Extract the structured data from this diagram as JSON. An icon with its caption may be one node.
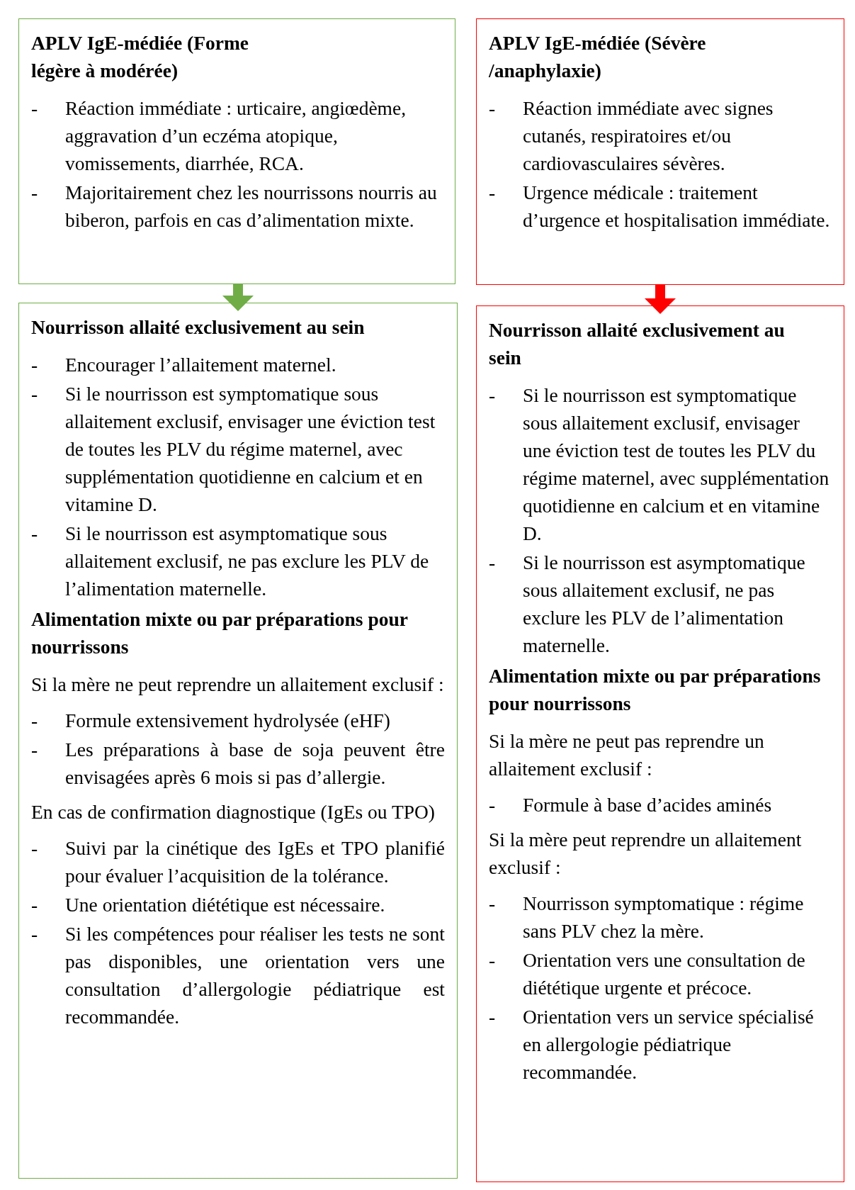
{
  "diagram": {
    "nodes": [
      {
        "text": [
          "APLV IgE-médiée (Forme légère à modérée)",
          "- Réaction immédiate : urticaire, angiœdème, aggravation d’un eczéma atopique, vomissements, diarrhée, RCA.",
          "- Majoritairement chez les nourrissons nourris au biberon, parfois en cas d’alimentation mixte."
        ]
      },
      {
        "text": [
          "Nourrisson allaité exclusivement au sein",
          "- Encourager l’allaitement maternel.",
          "- Si le nourrisson est symptomatique sous allaitement exclusif, envisager une éviction test de toutes les PLV du régime maternel, avec supplémentation quotidienne en calcium et en vitamine D.",
          "- Si le nourrisson est asymptomatique sous allaitement exclusif, ne pas exclure les PLV de l’alimentation maternelle.",
          "Alimentation mixte ou par préparations pour nourrissons",
          "Si la mère ne peut reprendre un allaitement exclusif :",
          "- Formule extensivement hydrolysée (eHF)",
          "- Les préparations à base de soja peuvent être envisagées après 6 mois si pas d’allergie.",
          "En cas de confirmation diagnostique (IgEs ou TPO)",
          "- Suivi par la cinétique des IgEs et TPO planifié pour évaluer l’acquisition de la tolérance.",
          "- Une orientation diététique est nécessaire.",
          "- Si les compétences pour réaliser les tests ne sont pas disponibles, une orientation vers une consultation d’allergologie pédiatrique est recommandée."
        ]
      },
      {
        "text": [
          "APLV IgE-médiée (Sévère /anaphylaxie)",
          "- Réaction immédiate avec signes cutanés, respiratoires et/ou cardiovasculaires sévères.",
          "- Urgence médicale : traitement d’urgence et hospitalisation immédiate."
        ]
      },
      {
        "text": [
          "Nourrisson allaité exclusivement au sein",
          "- Si le nourrisson est symptomatique sous allaitement exclusif, envisager une éviction test de toutes les PLV du régime maternel, avec supplémentation quotidienne en calcium et en vitamine D.",
          "- Si le nourrisson est asymptomatique sous allaitement exclusif, ne pas exclure les PLV de l’alimentation maternelle.",
          "Alimentation mixte ou par préparations pour nourrissons",
          "Si la mère ne peut pas reprendre un allaitement exclusif :",
          "- Formule à base d’acides aminés",
          "Si la mère peut reprendre un allaitement exclusif :",
          "- Nourrisson symptomatique : régime sans PLV chez la mère.",
          "- Orientation vers une consultation de diététique urgente et précoce.",
          "- Orientation vers un service spécialisé en allergologie pédiatrique recommandée."
        ]
      }
    ],
    "edges": [
      {
        "from": 0,
        "to": 1,
        "arrow": "to",
        "color": "#70ad47"
      },
      {
        "from": 2,
        "to": 3,
        "arrow": "to",
        "color": "#ff0000"
      }
    ]
  }
}
